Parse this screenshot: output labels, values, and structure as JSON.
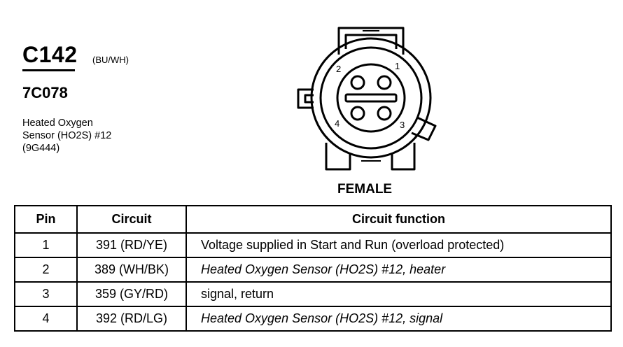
{
  "connector": {
    "id": "C142",
    "color": "(BU/WH)",
    "part_number": "7C078",
    "description_lines": [
      "Heated Oxygen",
      "Sensor (HO2S) #12",
      "(9G444)"
    ]
  },
  "diagram": {
    "pin_labels": [
      "1",
      "2",
      "3",
      "4"
    ],
    "gender": "FEMALE"
  },
  "table": {
    "headers": [
      "Pin",
      "Circuit",
      "Circuit function"
    ],
    "rows": [
      {
        "pin": "1",
        "circuit": "391 (RD/YE)",
        "function": "Voltage supplied in Start and Run (overload protected)",
        "italic": false
      },
      {
        "pin": "2",
        "circuit": "389 (WH/BK)",
        "function": "Heated Oxygen Sensor (HO2S) #12, heater",
        "italic": true
      },
      {
        "pin": "3",
        "circuit": "359 (GY/RD)",
        "function": "signal, return",
        "italic": false
      },
      {
        "pin": "4",
        "circuit": "392 (RD/LG)",
        "function": "Heated Oxygen Sensor (HO2S) #12, signal",
        "italic": true
      }
    ]
  }
}
